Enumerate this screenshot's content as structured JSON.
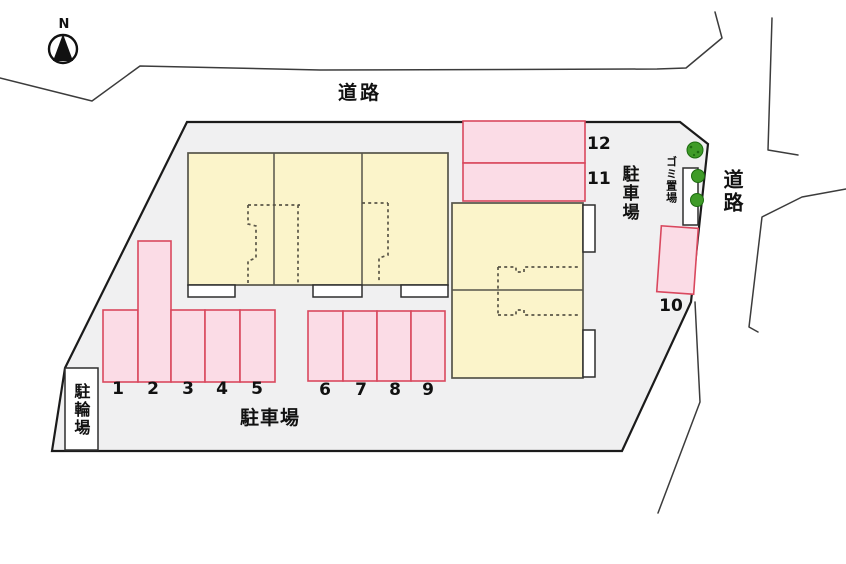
{
  "compass": {
    "label": "N"
  },
  "labels": {
    "road_top": "道路",
    "road_right": "道路",
    "parking_right": "駐車場",
    "parking_bottom": "駐車場",
    "bicycle": "駐輪場",
    "garbage": "ゴミ置場"
  },
  "spaces": [
    {
      "label": "1"
    },
    {
      "label": "2"
    },
    {
      "label": "3"
    },
    {
      "label": "4"
    },
    {
      "label": "5"
    },
    {
      "label": "6"
    },
    {
      "label": "7"
    },
    {
      "label": "8"
    },
    {
      "label": "9"
    },
    {
      "label": "10"
    },
    {
      "label": "11"
    },
    {
      "label": "12"
    }
  ],
  "colors": {
    "site_fill": "#f0f0f1",
    "building_fill": "#fbf4ca",
    "space_fill": "#fbdce6",
    "space_border": "#d9485e",
    "tree_fill": "#3f9b28",
    "outline": "#1b1b1b"
  }
}
